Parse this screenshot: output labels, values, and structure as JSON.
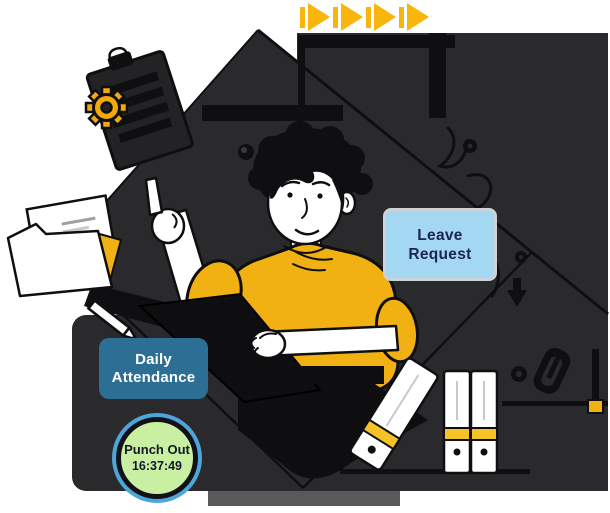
{
  "illustration": {
    "leave_request_badge": {
      "line1": "Leave",
      "line2": "Request"
    },
    "daily_attendance_badge": {
      "line1": "Daily",
      "line2": "Attendance"
    },
    "punch_out_badge": {
      "label": "Punch Out",
      "time": "16:37:49"
    }
  },
  "colors": {
    "accent_yellow": "#F2B113",
    "dark_background": "#2A2A2C",
    "ink_black": "#0F0F11",
    "leave_bg": "#A4D7F1",
    "leave_text": "#1B2550",
    "attendance_bg": "#2C6E94",
    "attendance_text": "#FFFFFF",
    "punch_bg": "#C9F0A2",
    "punch_ring": "#4CA6DB",
    "punch_text": "#101726",
    "shadow_gray": "#59595B"
  }
}
